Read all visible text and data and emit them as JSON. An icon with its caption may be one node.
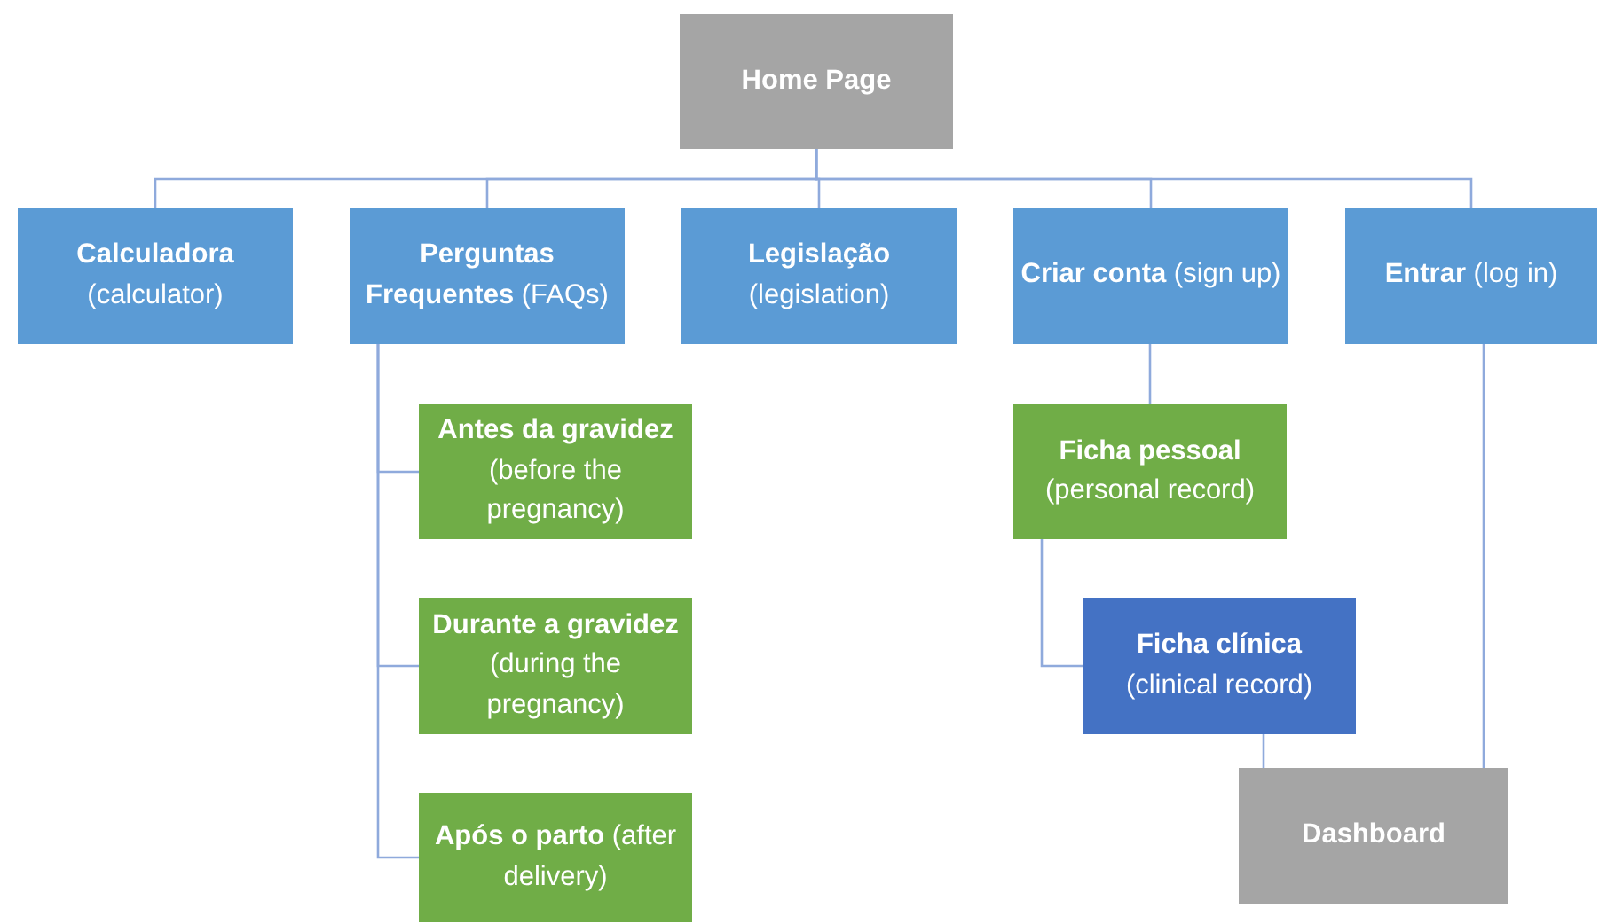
{
  "diagram": {
    "nodes": [
      {
        "text": [
          "Home Page"
        ]
      },
      {
        "text": [
          "**Calculadora** (calculator)"
        ]
      },
      {
        "text": [
          "**Perguntas Frequentes** (FAQs)"
        ]
      },
      {
        "text": [
          "**Legislação** (legislation)"
        ]
      },
      {
        "text": [
          "**Criar conta** (sign up)"
        ]
      },
      {
        "text": [
          "**Entrar** (log in)"
        ]
      },
      {
        "text": [
          "**Antes da gravidez** (before the pregnancy)"
        ]
      },
      {
        "text": [
          "**Durante a gravidez** (during the pregnancy)"
        ]
      },
      {
        "text": [
          "**Após o parto** (after delivery)"
        ]
      },
      {
        "text": [
          "**Ficha pessoal** (personal record)"
        ]
      },
      {
        "text": [
          "**Ficha clínica** (clinical record)"
        ]
      },
      {
        "text": [
          "Dashboard"
        ]
      }
    ],
    "edges": [
      {
        "from": 0,
        "to": 1,
        "arrow": "none"
      },
      {
        "from": 0,
        "to": 2,
        "arrow": "none"
      },
      {
        "from": 0,
        "to": 3,
        "arrow": "none"
      },
      {
        "from": 0,
        "to": 4,
        "arrow": "none"
      },
      {
        "from": 0,
        "to": 5,
        "arrow": "none"
      },
      {
        "from": 2,
        "to": 6,
        "arrow": "none"
      },
      {
        "from": 2,
        "to": 7,
        "arrow": "none"
      },
      {
        "from": 2,
        "to": 8,
        "arrow": "none"
      },
      {
        "from": 4,
        "to": 9,
        "arrow": "none"
      },
      {
        "from": 9,
        "to": 10,
        "arrow": "none"
      },
      {
        "from": 10,
        "to": 11,
        "arrow": "none"
      },
      {
        "from": 5,
        "to": 11,
        "arrow": "none"
      }
    ]
  }
}
